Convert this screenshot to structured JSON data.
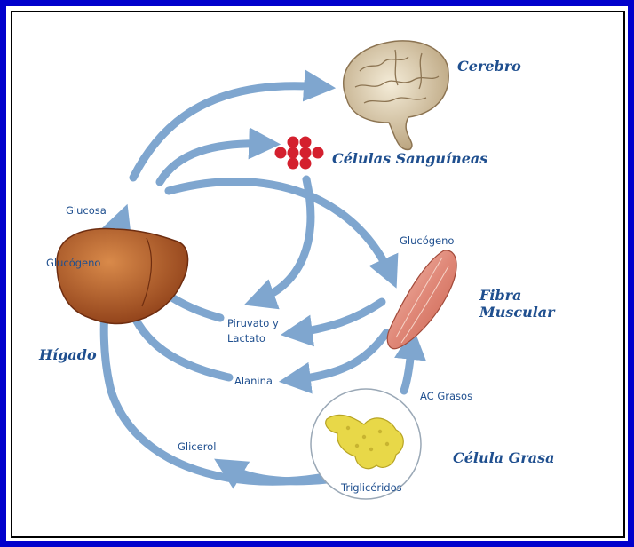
{
  "organs": {
    "cerebro": "Cerebro",
    "celulas_sanguineas": "Células Sanguíneas",
    "fibra_muscular_1": "Fibra",
    "fibra_muscular_2": "Muscular",
    "higado": "Hígado",
    "celula_grasa": "Célula Grasa"
  },
  "metabolites": {
    "glucosa": "Glucosa",
    "glucogeno_higado": "Glucógeno",
    "glucogeno_musculo": "Glucógeno",
    "piruvato_1": "Piruvato y",
    "piruvato_2": "Lactato",
    "alanina": "Alanina",
    "ac_grasos": "AC Grasos",
    "glicerol": "Glicerol",
    "trigliceridos": "Triglicéridos"
  },
  "colors": {
    "border": "#0000cc",
    "arrow": "#7fa6cf",
    "label": "#1f4f8f",
    "blood_cell": "#d4202e",
    "liver": "#b25a28",
    "muscle": "#e08e80",
    "fat": "#e8d848"
  }
}
